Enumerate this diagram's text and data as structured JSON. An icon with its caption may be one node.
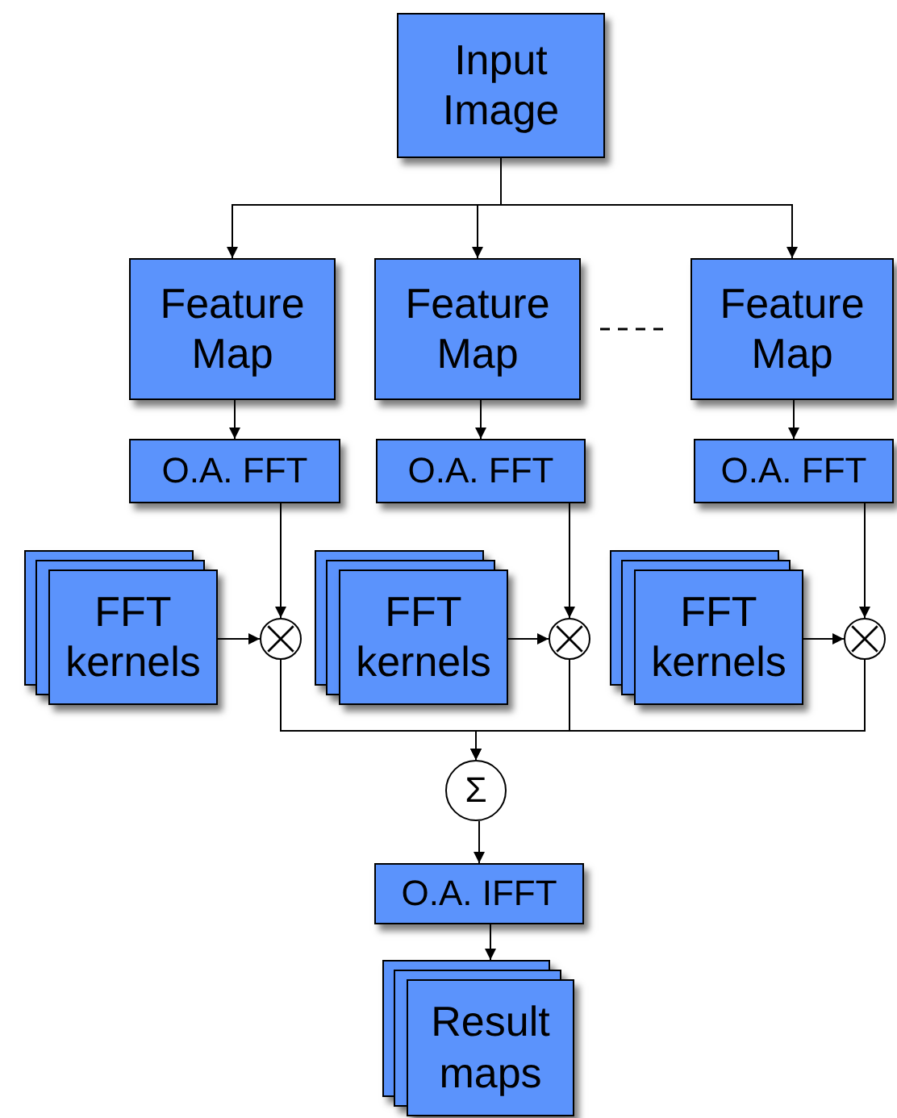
{
  "diagram": {
    "nodes": [
      {
        "text": [
          "Input Image"
        ]
      },
      {
        "text": [
          "Feature Map"
        ]
      },
      {
        "text": [
          "Feature Map"
        ]
      },
      {
        "text": [
          "Feature Map"
        ]
      },
      {
        "text": [
          "O.A. FFT"
        ]
      },
      {
        "text": [
          "O.A. FFT"
        ]
      },
      {
        "text": [
          "O.A. FFT"
        ]
      },
      {
        "text": [
          "FFT kernels"
        ]
      },
      {
        "text": [
          "FFT kernels"
        ]
      },
      {
        "text": [
          "FFT kernels"
        ]
      },
      {
        "text": [],
        "shape": "circle"
      },
      {
        "text": [],
        "shape": "circle"
      },
      {
        "text": [],
        "shape": "circle"
      },
      {
        "text": [
          "Σ"
        ]
      },
      {
        "text": [
          "O.A. IFFT"
        ]
      },
      {
        "text": [
          "Result maps"
        ]
      }
    ],
    "edges": [
      {
        "from": 0,
        "to": 1,
        "arrow": "to"
      },
      {
        "from": 0,
        "to": 2,
        "arrow": "to"
      },
      {
        "from": 0,
        "to": 3,
        "arrow": "to"
      },
      {
        "from": 1,
        "to": 4,
        "arrow": "to"
      },
      {
        "from": 2,
        "to": 5,
        "arrow": "to"
      },
      {
        "from": 3,
        "to": 6,
        "arrow": "to"
      },
      {
        "from": 4,
        "to": 10,
        "arrow": "to"
      },
      {
        "from": 5,
        "to": 11,
        "arrow": "to"
      },
      {
        "from": 6,
        "to": 12,
        "arrow": "to"
      },
      {
        "from": 7,
        "to": 10,
        "arrow": "to"
      },
      {
        "from": 8,
        "to": 11,
        "arrow": "to"
      },
      {
        "from": 9,
        "to": 12,
        "arrow": "to"
      },
      {
        "from": 10,
        "to": 13,
        "arrow": "to"
      },
      {
        "from": 11,
        "to": 13,
        "arrow": "to"
      },
      {
        "from": 12,
        "to": 13,
        "arrow": "to"
      },
      {
        "from": 13,
        "to": 14,
        "arrow": "to"
      },
      {
        "from": 14,
        "to": 15,
        "arrow": "to"
      }
    ]
  }
}
